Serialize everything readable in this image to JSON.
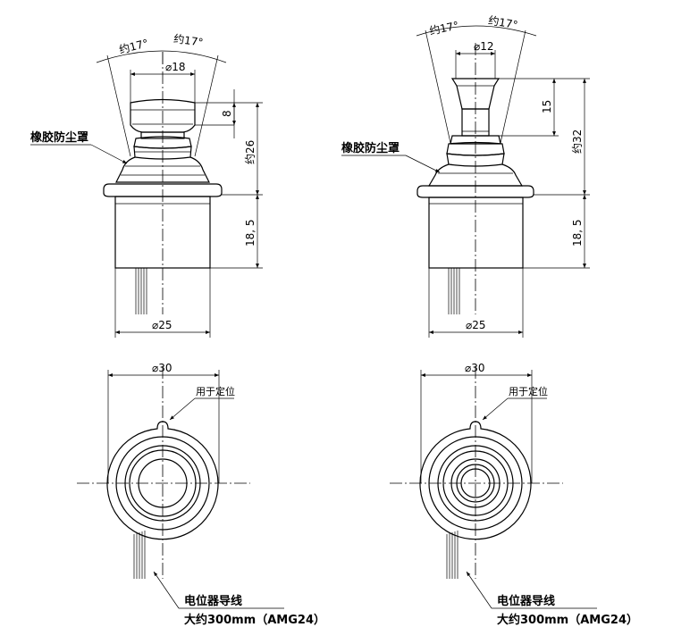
{
  "left_side": {
    "angle_left": "约17°",
    "angle_right": "约17°",
    "dia_top": "⌀18",
    "height_cap": "8",
    "height_total": "约26",
    "height_body": "18, 5",
    "dia_body": "⌀25",
    "dust_cover": "橡胶防尘罩"
  },
  "right_side": {
    "angle_left": "约17°",
    "angle_right": "约17°",
    "dia_top": "⌀12",
    "height_knob": "15",
    "height_total": "约32",
    "height_body": "18, 5",
    "dia_body": "⌀25",
    "dust_cover": "橡胶防尘罩"
  },
  "left_bottom": {
    "dia_flange": "⌀30",
    "locating": "用于定位",
    "wire_title": "电位器导线",
    "wire_spec": "大约300mm（AMG24）"
  },
  "right_bottom": {
    "dia_flange": "⌀30",
    "locating": "用于定位",
    "wire_title": "电位器导线",
    "wire_spec": "大约300mm（AMG24）"
  }
}
